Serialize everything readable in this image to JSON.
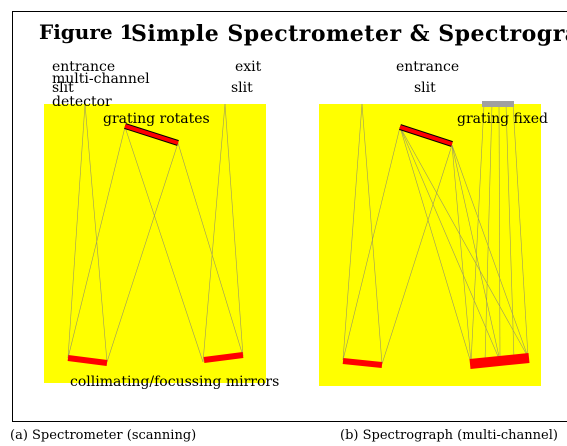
{
  "figure": {
    "label": "Figure 1",
    "title": "Simple Spectrometer & Spectrograph"
  },
  "panel_a": {
    "entrance_label_1": "entrance",
    "entrance_label_2": "slit",
    "detector_label_1": "multi-channel",
    "detector_label_2": "detector",
    "exit_label_1": "exit",
    "exit_label_2": "slit",
    "grating_label": "grating rotates",
    "mirrors_label": "collimating/focussing mirrors",
    "caption": "(a) Spectrometer (scanning)"
  },
  "panel_b": {
    "entrance_label_1": "entrance",
    "entrance_label_2": "slit",
    "grating_label": "grating fixed",
    "caption": "(b) Spectrograph (multi-channel)"
  },
  "colors": {
    "panel_fill": "#ffff00",
    "mirror": "#ff0000",
    "ray": "#9a9a60",
    "detector": "#a0a0a0"
  }
}
